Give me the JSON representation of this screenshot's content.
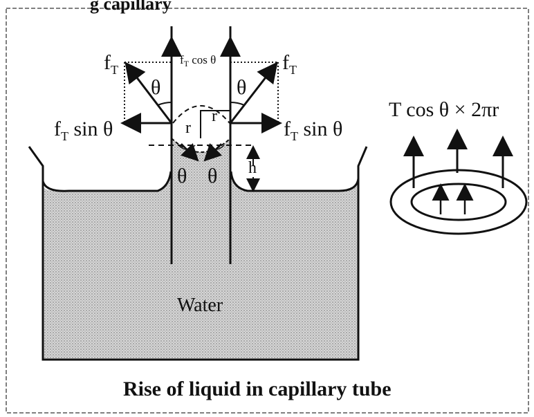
{
  "header_fragment": "g  capillary",
  "labels": {
    "fT_left_top": "f",
    "fT_right_top": "f",
    "fT_cos_theta": "f",
    "cos_theta_text": " cos θ",
    "sub_T": "T",
    "theta": "θ",
    "fT_sin_left": "f",
    "fT_sin_right": "f",
    "sin_theta_text": " sin θ",
    "r": "r",
    "h": "h",
    "ring_formula": "T cos θ × 2πr",
    "water": "Water"
  },
  "caption": "Rise of liquid in capillary tube",
  "colors": {
    "ink": "#111111",
    "water_fill": "#c9c9c9",
    "frame": "#555555"
  }
}
